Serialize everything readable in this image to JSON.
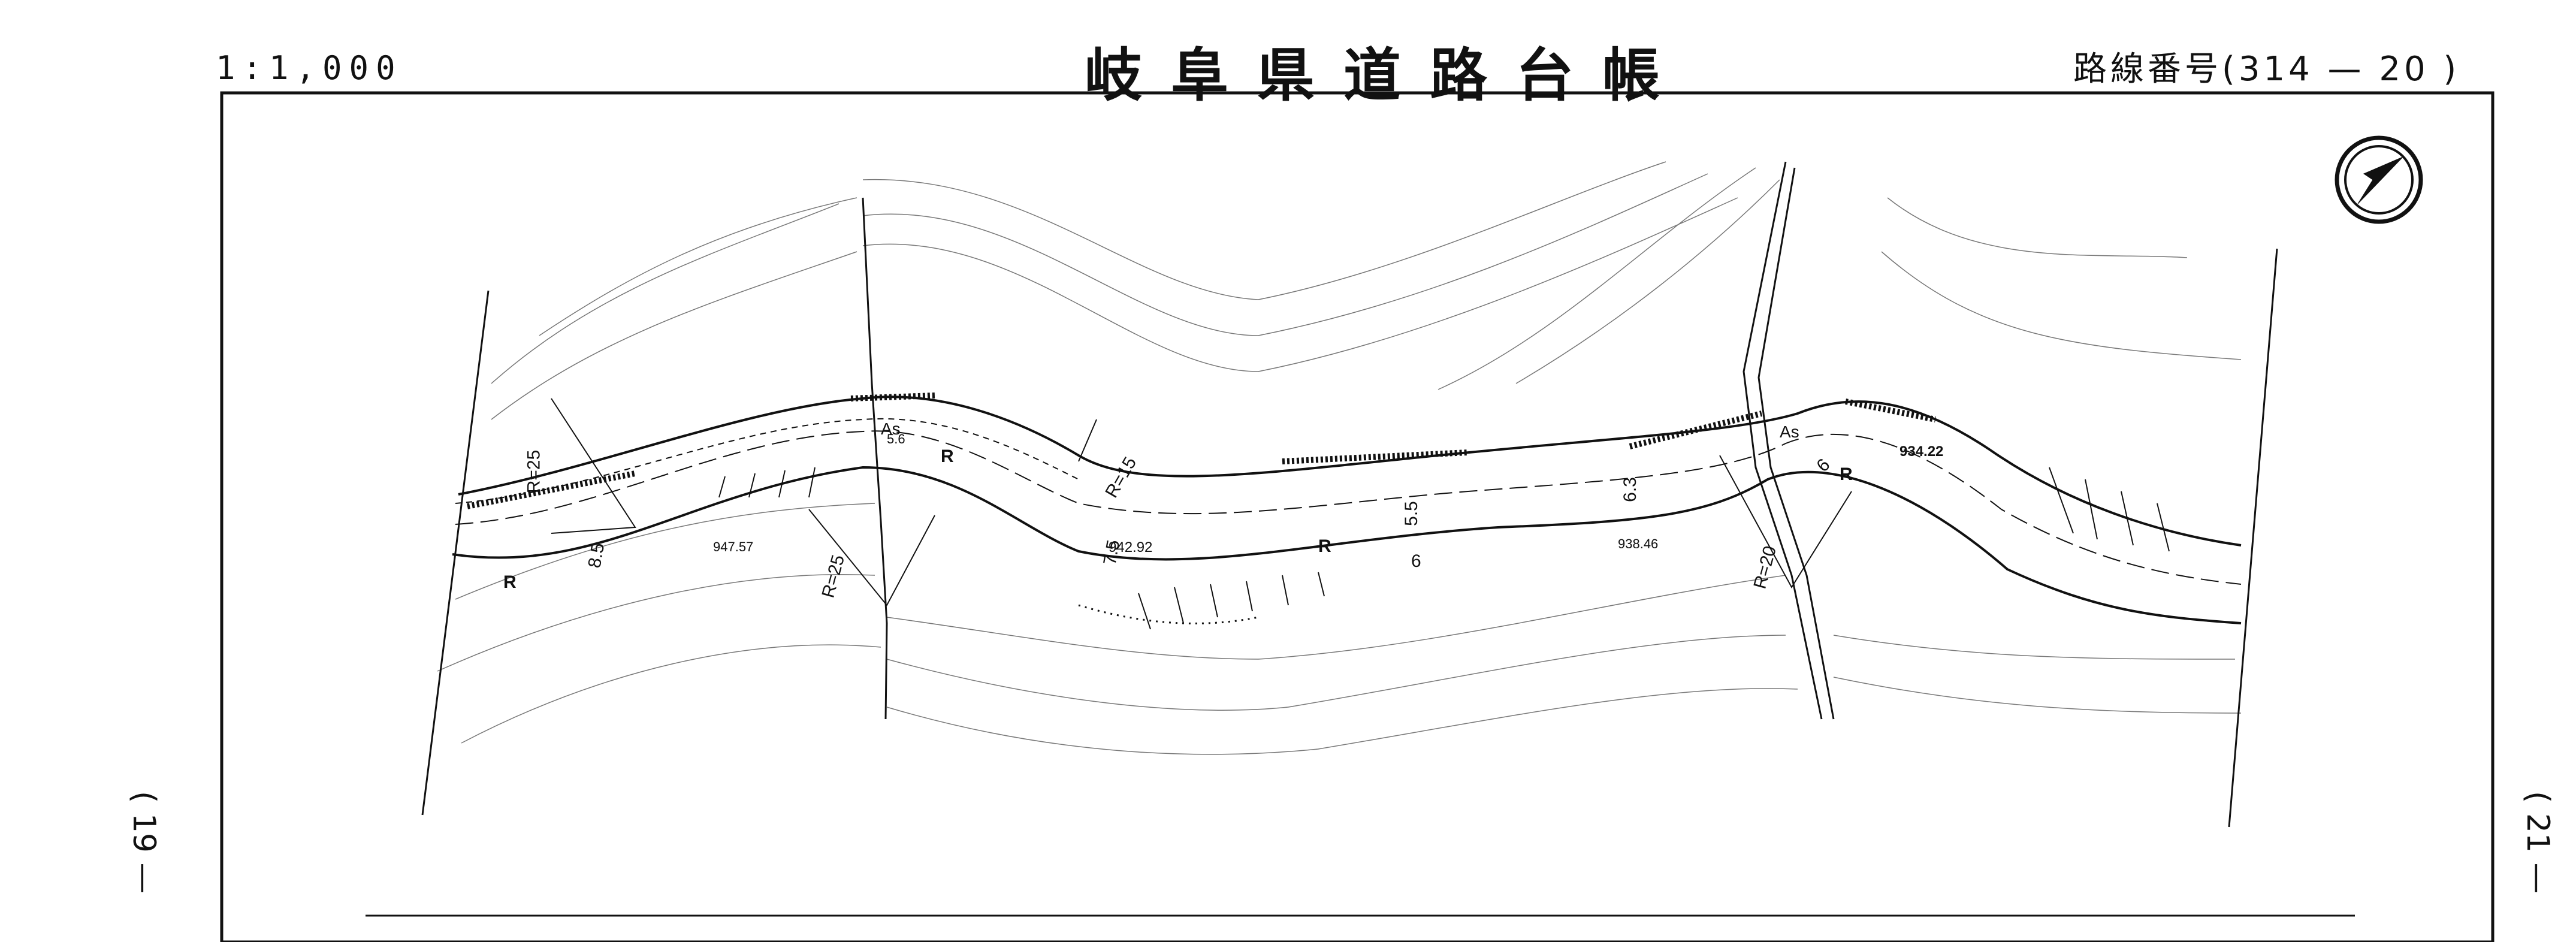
{
  "header": {
    "scale": "1:1,000",
    "title": "岐阜県道路台帳",
    "route": "路線番号(314 — 20 )"
  },
  "page_refs": {
    "prev": "( 19 —",
    "next": "( 21 —"
  },
  "map_labels": {
    "r25_left": "R=25",
    "r25_mid": "R=25",
    "r15": "R=15",
    "r20": "R=20",
    "elev_1": "947.57",
    "elev_2": "942.92",
    "elev_3": "938.46",
    "elev_4": "934.22",
    "surface_1": "As",
    "surface_2": "As",
    "width_1": "8.5",
    "width_2": "5.6",
    "width_3": "7.5",
    "width_4": "5.5",
    "width_5": "6.3",
    "width_6": "6",
    "width_7": "6",
    "r_1": "R",
    "r_2": "R",
    "r_3": "R",
    "r_4": "R"
  }
}
